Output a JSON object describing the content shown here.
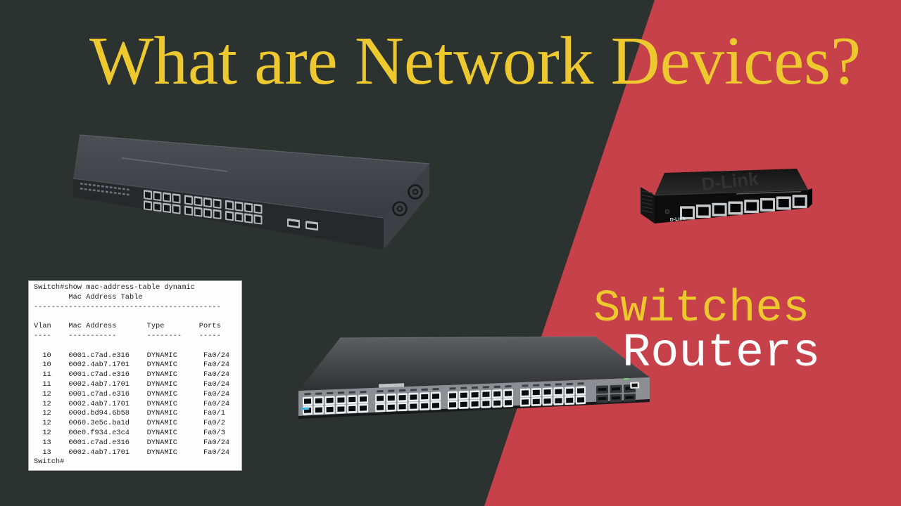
{
  "page": {
    "title": "What are Network Devices?",
    "labels": {
      "switches": "Switches",
      "routers": "Routers"
    },
    "colors": {
      "background_dark": "#2b322f",
      "background_red": "#c64149",
      "accent_yellow": "#edc92f",
      "text_white": "#ffffff"
    }
  },
  "terminal": {
    "command_line": "Switch#show mac-address-table dynamic",
    "table_title": "Mac Address Table",
    "separator": "-------------------------------------------",
    "columns": [
      "Vlan",
      "Mac Address",
      "Type",
      "Ports"
    ],
    "underlines": [
      "----",
      "-----------",
      "--------",
      "-----"
    ],
    "rows": [
      [
        "10",
        "0001.c7ad.e316",
        "DYNAMIC",
        "Fa0/24"
      ],
      [
        "10",
        "0002.4ab7.1701",
        "DYNAMIC",
        "Fa0/24"
      ],
      [
        "11",
        "0001.c7ad.e316",
        "DYNAMIC",
        "Fa0/24"
      ],
      [
        "11",
        "0002.4ab7.1701",
        "DYNAMIC",
        "Fa0/24"
      ],
      [
        "12",
        "0001.c7ad.e316",
        "DYNAMIC",
        "Fa0/24"
      ],
      [
        "12",
        "0002.4ab7.1701",
        "DYNAMIC",
        "Fa0/24"
      ],
      [
        "12",
        "000d.bd94.6b58",
        "DYNAMIC",
        "Fa0/1"
      ],
      [
        "12",
        "0060.3e5c.ba1d",
        "DYNAMIC",
        "Fa0/2"
      ],
      [
        "12",
        "00e0.f934.e3c4",
        "DYNAMIC",
        "Fa0/3"
      ],
      [
        "13",
        "0001.c7ad.e316",
        "DYNAMIC",
        "Fa0/24"
      ],
      [
        "13",
        "0002.4ab7.1701",
        "DYNAMIC",
        "Fa0/24"
      ]
    ],
    "prompt": "Switch#"
  },
  "devices": {
    "switch_24_port": {
      "label": "24-port rack-mount switch",
      "rj45_ports": 24,
      "sfp_ports": 2
    },
    "switch_8_port": {
      "label": "D-Link 8-port desktop switch",
      "brand": "D-Link",
      "rj45_ports": 8
    },
    "switch_48_port": {
      "label": "48-port rack-mount switch",
      "rj45_ports": 48,
      "sfp_ports": 6
    }
  }
}
